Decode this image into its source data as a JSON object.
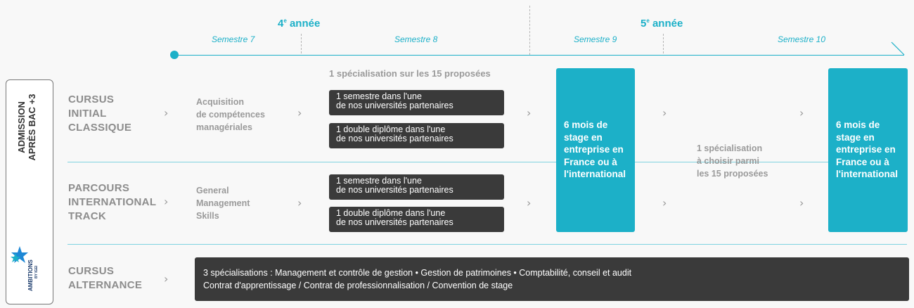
{
  "header": {
    "year4": {
      "number": "4",
      "sup": "e",
      "word": " année"
    },
    "year5": {
      "number": "5",
      "sup": "e",
      "word": " année"
    },
    "semesters": [
      "Semestre 7",
      "Semestre 8",
      "Semestre 9",
      "Semestre 10"
    ]
  },
  "sidebar": {
    "admission_line1": "ADMISSION",
    "admission_line2": "APRÈS BAC +3",
    "logo_text": "AMBITIONS",
    "logo_sub": "BY IGEI"
  },
  "rows": {
    "initial": {
      "label_lines": [
        "CURSUS",
        "INITIAL",
        "CLASSIQUE"
      ],
      "competences_lines": [
        "Acquisition",
        "de compétences",
        "managériales"
      ],
      "spec_title": "1 spécialisation sur les 15 proposées",
      "box1": [
        "1 semestre dans l'une",
        "de nos universités partenaires"
      ],
      "box2": [
        "1 double diplôme dans l'une",
        "de nos universités partenaires"
      ]
    },
    "international": {
      "label_lines": [
        "PARCOURS",
        "INTERNATIONAL",
        "TRACK"
      ],
      "competences_lines": [
        "General",
        "Management",
        "Skills"
      ],
      "box1": [
        "1 semestre dans l'une",
        "de nos universités partenaires"
      ],
      "box2": [
        "1 double diplôme dans l'une",
        "de nos universités partenaires"
      ]
    },
    "alternance": {
      "label_lines": [
        "CURSUS",
        "ALTERNANCE"
      ],
      "bar_line1": "3 spécialisations : Management et contrôle de gestion • Gestion de patrimoines • Comptabilité, conseil et audit",
      "bar_line2": "Contrat d'apprentissage / Contrat de professionnalisation / Convention de stage"
    }
  },
  "stage": {
    "lines": [
      "6 mois de",
      "stage en",
      "entreprise en",
      "France ou à",
      "l'international"
    ]
  },
  "semester10_spec": [
    "1 spécialisation",
    "à choisir parmi",
    "les 15 proposées"
  ],
  "chevron": "›",
  "colors": {
    "accent": "#1cb0c8",
    "dark_box": "#3a3a3a",
    "gray_text": "#8c8c8c"
  }
}
